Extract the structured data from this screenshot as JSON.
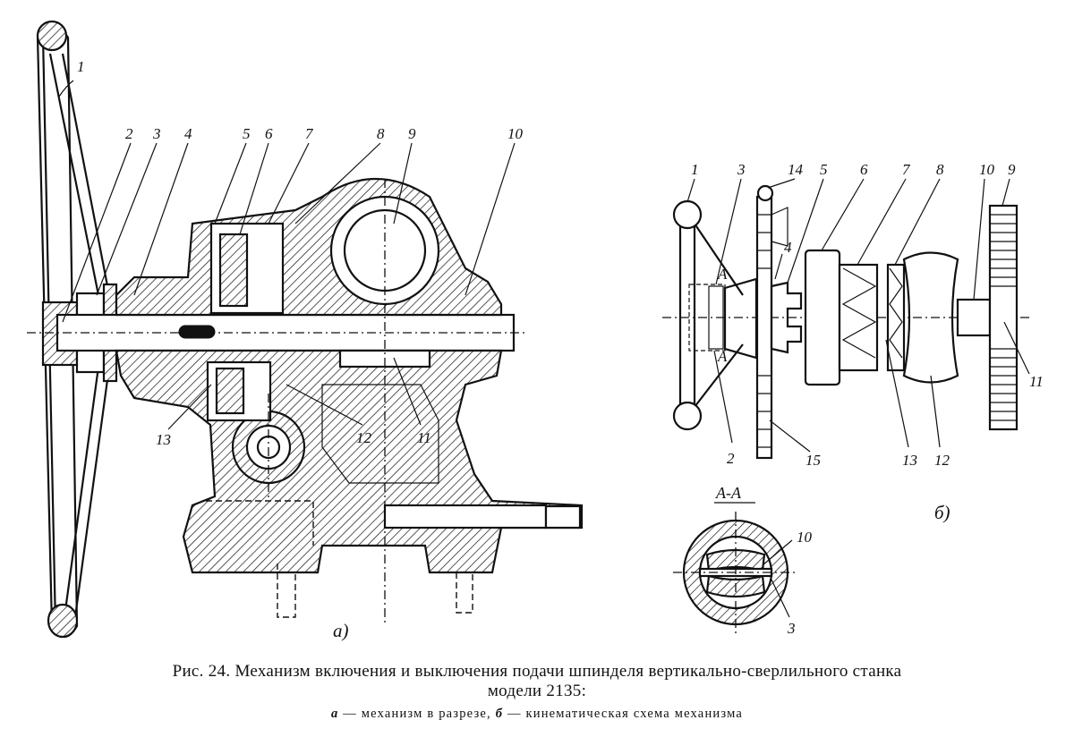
{
  "figure": {
    "view_a_label": "а)",
    "view_b_label": "б)",
    "section_label": "А-А",
    "section_marks": [
      "А",
      "А"
    ],
    "view_a_callouts": [
      "1",
      "2",
      "3",
      "4",
      "5",
      "6",
      "7",
      "8",
      "9",
      "10",
      "11",
      "12",
      "13"
    ],
    "view_b_callouts": [
      "1",
      "2",
      "3",
      "4",
      "5",
      "6",
      "7",
      "8",
      "9",
      "10",
      "11",
      "12",
      "13",
      "14",
      "15"
    ],
    "section_callouts": [
      "10",
      "3"
    ]
  },
  "caption": {
    "title_line1": "Рис. 24. Механизм включения и выключения подачи шпинделя вертикально-сверлильного станка",
    "title_line2": "модели 2135:",
    "legend_a_key": "а",
    "legend_a_text": " — механизм в разрезе, ",
    "legend_b_key": "б",
    "legend_b_text": " — кинематическая схема механизма"
  }
}
